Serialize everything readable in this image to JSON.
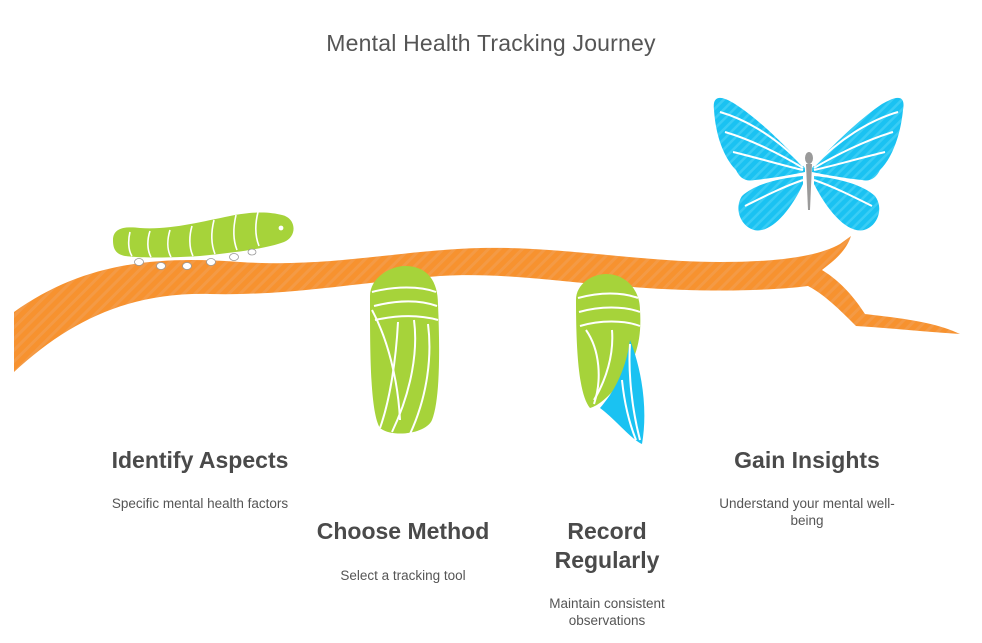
{
  "title": "Mental Health Tracking Journey",
  "steps": [
    {
      "heading": "Identify Aspects",
      "description": "Specific mental health factors"
    },
    {
      "heading": "Choose Method",
      "description": "Select a tracking tool"
    },
    {
      "heading": "Record Regularly",
      "description": "Maintain consistent observations"
    },
    {
      "heading": "Gain Insights",
      "description": "Understand your mental well-being"
    }
  ],
  "colors": {
    "branch": "#F7922F",
    "caterpillar": "#A6D33A",
    "chrysalis": "#A6D33A",
    "butterfly": "#1AC2F2",
    "text": "#4a4a4a"
  },
  "icons": [
    "branch",
    "caterpillar-icon",
    "cocoon-icon",
    "emerging-chrysalis-icon",
    "butterfly-icon"
  ]
}
